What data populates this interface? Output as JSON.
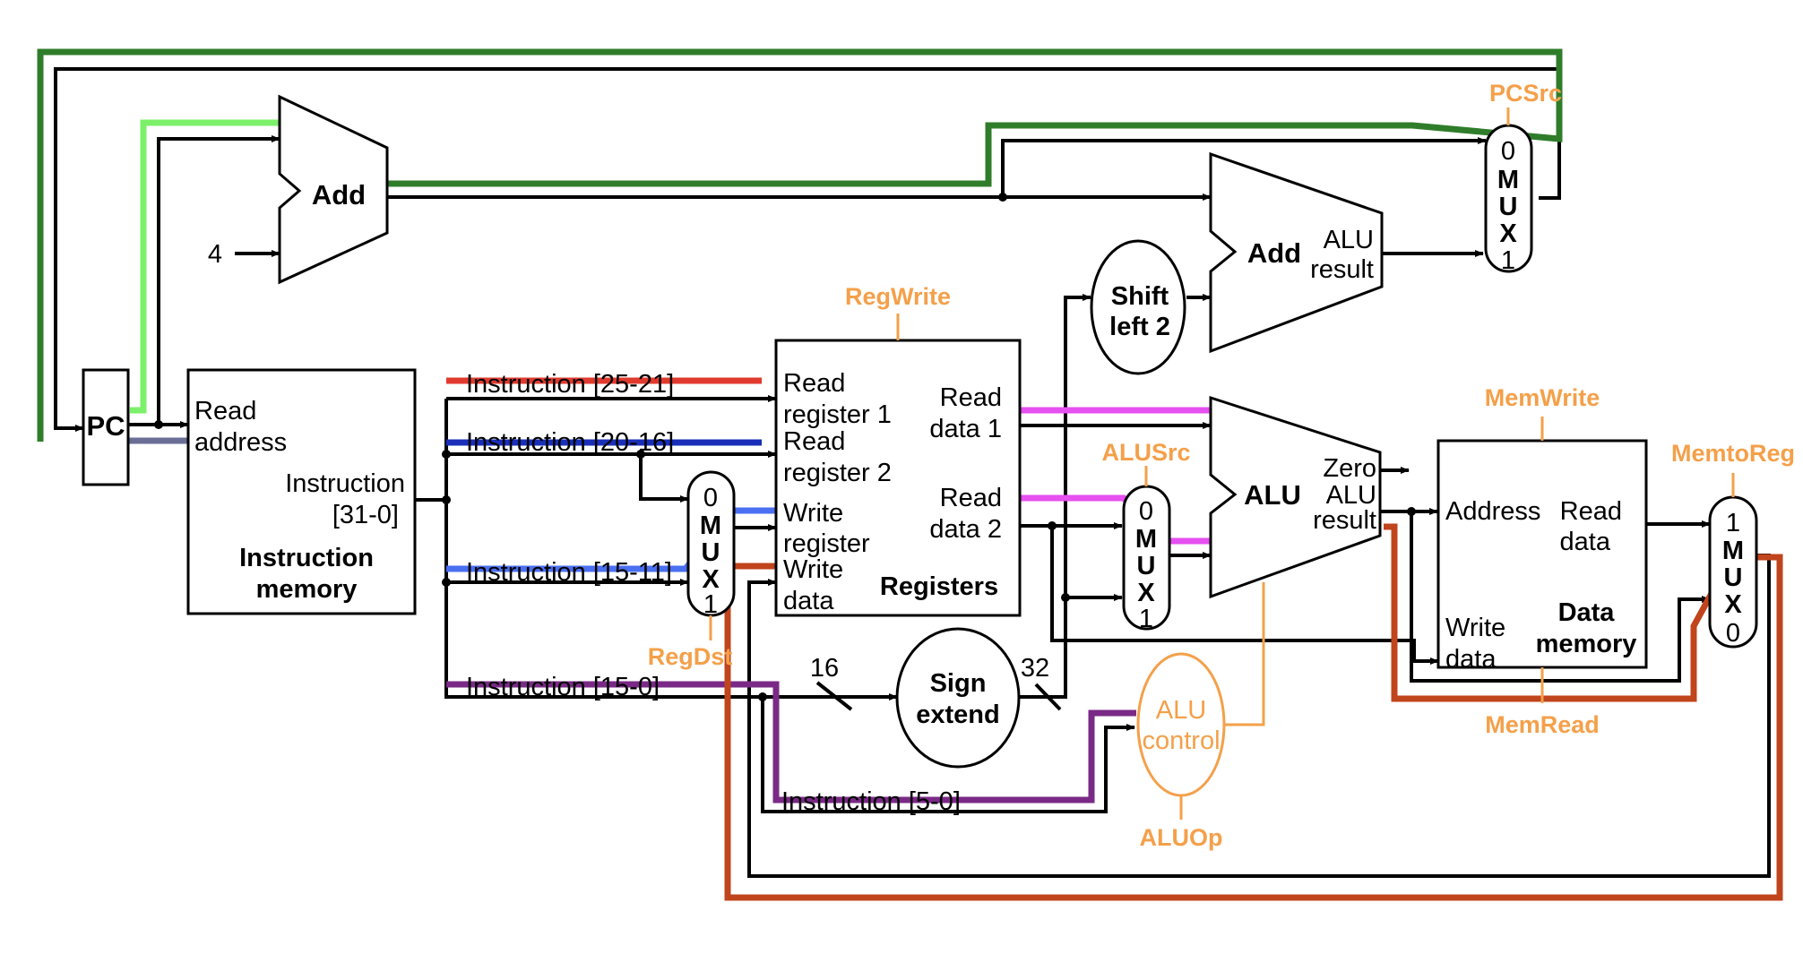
{
  "colors": {
    "control": "#f4a04a",
    "pc_branch_path": "#2f7d2a",
    "pc_plus4_in": "#7cf06a",
    "pc_to_imem": "#6b6f96",
    "rs_field": "#e03a2e",
    "rt_field": "#1a2fb8",
    "rd_field": "#4a6ff0",
    "read_data_path": "#e64ff0",
    "imm_field": "#7a2a86",
    "writeback_path": "#c0441c"
  },
  "blocks": {
    "pc": "PC",
    "add_top": "Add",
    "four": "4",
    "instr_mem": {
      "port_read": "Read",
      "port_address": "address",
      "out_1": "Instruction",
      "out_2": "[31-0]",
      "title_1": "Instruction",
      "title_2": "memory"
    },
    "registers": {
      "rr1_a": "Read",
      "rr1_b": "register 1",
      "rr2_a": "Read",
      "rr2_b": "register 2",
      "wr_a": "Write",
      "wr_b": "register",
      "wd_a": "Write",
      "wd_b": "data",
      "rd1_a": "Read",
      "rd1_b": "data 1",
      "rd2_a": "Read",
      "rd2_b": "data 2",
      "title": "Registers"
    },
    "shift": {
      "line1": "Shift",
      "line2": "left 2"
    },
    "add_branch": {
      "name": "Add",
      "res1": "ALU",
      "res2": "result"
    },
    "alu": {
      "name": "ALU",
      "zero": "Zero",
      "res1": "ALU",
      "res2": "result"
    },
    "sign_extend": {
      "line1": "Sign",
      "line2": "extend",
      "in_width": "16",
      "out_width": "32"
    },
    "alu_control": {
      "line1": "ALU",
      "line2": "control"
    },
    "data_mem": {
      "address": "Address",
      "read_a": "Read",
      "read_b": "data",
      "write_a": "Write",
      "write_b": "data",
      "title1": "Data",
      "title2": "memory"
    }
  },
  "muxes": {
    "regdst": {
      "top": "0",
      "m": "M",
      "u": "U",
      "x": "X",
      "bottom": "1"
    },
    "alusrc": {
      "top": "0",
      "m": "M",
      "u": "U",
      "x": "X",
      "bottom": "1"
    },
    "pcsrc": {
      "top": "0",
      "m": "M",
      "u": "U",
      "x": "X",
      "bottom": "1"
    },
    "memtoreg": {
      "top": "1",
      "m": "M",
      "u": "U",
      "x": "X",
      "bottom": "0"
    }
  },
  "fields": {
    "f25_21": "Instruction [25-21]",
    "f20_16": "Instruction [20-16]",
    "f15_11": "Instruction [15-11]",
    "f15_0": "Instruction [15-0]",
    "f5_0": "Instruction [5-0]"
  },
  "controls": {
    "pcsrc": "PCSrc",
    "regwrite": "RegWrite",
    "regdst": "RegDst",
    "alusrc": "ALUSrc",
    "memwrite": "MemWrite",
    "memread": "MemRead",
    "memtoreg": "MemtoReg",
    "aluop": "ALUOp"
  }
}
